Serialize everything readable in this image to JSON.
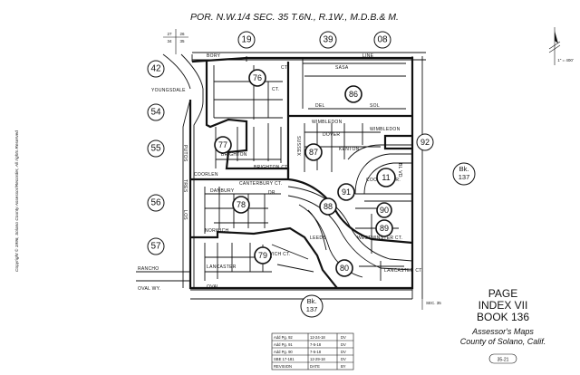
{
  "header": {
    "title": "POR. N.W.1/4 SEC. 35 T.6N., R.1W., M.D.B.& M."
  },
  "section_corner": {
    "tl": "27",
    "tr": "26",
    "bl": "34",
    "br": "35"
  },
  "section_corner_bottom": "SEC. 35",
  "north_arrow": {
    "label": "1\" = 400'"
  },
  "copyright": "Copyright © 1996, Solano County Assessor/Recorder, All rights Reserved",
  "top_parcels": [
    "19",
    "39",
    "08"
  ],
  "left_parcels": [
    "42",
    "54",
    "55",
    "56",
    "57"
  ],
  "book_parcels": [
    "76",
    "77",
    "78",
    "79",
    "86",
    "87",
    "88",
    "89",
    "90",
    "91",
    "80",
    "11",
    "92"
  ],
  "bk137_right": {
    "l1": "Bk.",
    "l2": "137"
  },
  "bk137_bottom": {
    "l1": "Bk.",
    "l2": "137"
  },
  "streets": {
    "bory": "BORY",
    "line": "LINE",
    "youngsdale": "YOUNGSDALE",
    "putos": "PUTOS",
    "los": "LOS",
    "tres": "TRES",
    "rancho": "RANCHO",
    "oval": "OVAL",
    "oval_wy": "OVAL WY.",
    "sasa": "SASA",
    "ct1": "CT.",
    "wimbledon": "WIMBLEDON",
    "wimbledon2": "WIMBLEDON",
    "del": "DEL",
    "sol": "SOL",
    "brighton": "BRIGHTON",
    "brighton2": "BRIGHTON CT.",
    "coorlen": "COORLEN",
    "coorlen2": "COORLEN DR.",
    "danbury": "DANBURY",
    "canterbury": "CANTERBURY CT.",
    "norwich": "NORWICH",
    "norwich2": "NORWICH CT.",
    "lancaster": "LANCASTER",
    "leeds": "LEEDS",
    "lancaster2": "LANCASTER CT.",
    "dover": "DOVER",
    "kenton": "KENTON",
    "sussex": "SUSSEX",
    "westminster": "WESTMINSTER CT.",
    "bl_vd": "BL VD.",
    "dr": "DR.",
    "ct": "CT."
  },
  "page_index": {
    "l1": "PAGE",
    "l2": "INDEX VII",
    "l3": "BOOK 136"
  },
  "assessor": {
    "l1": "Assessor's Maps",
    "l2": "County of Solano, Calif."
  },
  "revisions": {
    "rows": [
      [
        "Add Pg. 92",
        "12-24-18",
        "DV"
      ],
      [
        "Add Pg. 91",
        "7-5-18",
        "DV"
      ],
      [
        "Add Pg. 90",
        "7-5-18",
        "DV"
      ],
      [
        "SBE 17-181",
        "12-29-18",
        "DV"
      ],
      [
        "REVISION",
        "DATE",
        "BY"
      ]
    ]
  },
  "sheet_id": "35-21"
}
